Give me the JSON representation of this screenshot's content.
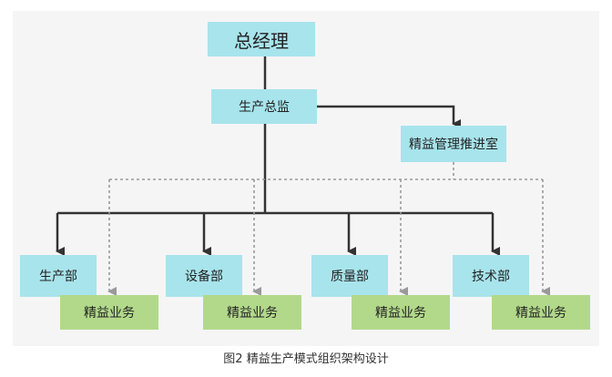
{
  "diagram": {
    "top": "总经理",
    "director": "生产总监",
    "office": "精益管理推进室",
    "departments": [
      "生产部",
      "设备部",
      "质量部",
      "技术部"
    ],
    "lean_business": "精益业务"
  },
  "colors": {
    "main_box": "#a8e4ec",
    "business_box": "#b2d98a",
    "solid_line": "#333333",
    "dotted_line": "#999999"
  },
  "caption": "图2 精益生产模式组织架构设计"
}
